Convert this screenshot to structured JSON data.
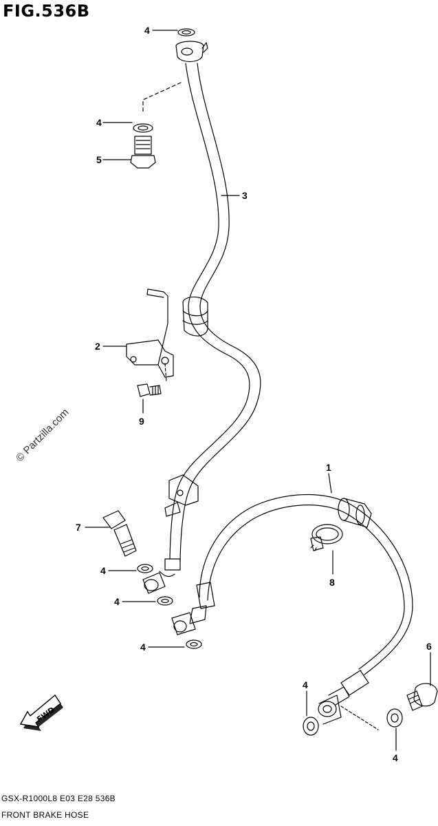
{
  "figure_title": "FIG.536B",
  "model_code": "GSX-R1000L8  E03  E28  536B",
  "description": "FRONT BRAKE HOSE",
  "watermark": "© Partzilla.com",
  "fwd_label": "FWD",
  "callouts": [
    "1",
    "2",
    "3",
    "4",
    "5",
    "6",
    "7",
    "8",
    "9"
  ]
}
